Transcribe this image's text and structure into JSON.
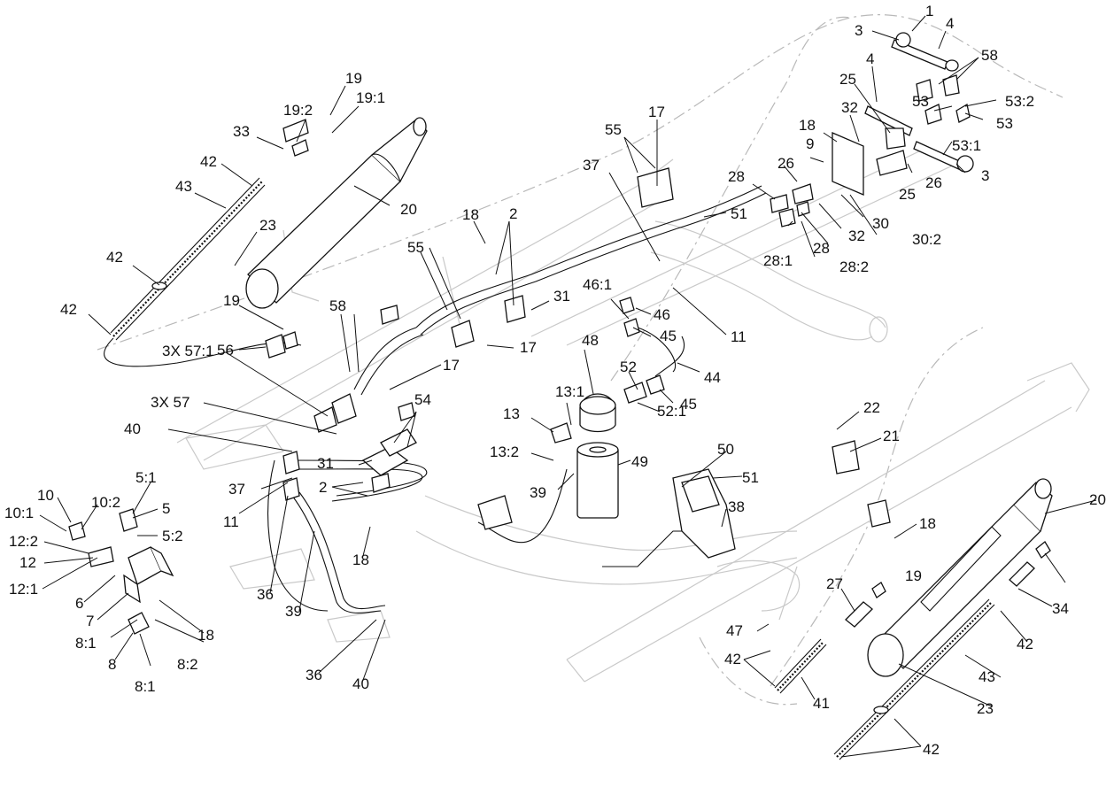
{
  "diagram": {
    "callouts": [
      {
        "text": "1"
      },
      {
        "text": "3"
      },
      {
        "text": "4"
      },
      {
        "text": "58"
      },
      {
        "text": "4"
      },
      {
        "text": "25"
      },
      {
        "text": "53"
      },
      {
        "text": "53:2"
      },
      {
        "text": "17"
      },
      {
        "text": "53"
      },
      {
        "text": "18"
      },
      {
        "text": "32"
      },
      {
        "text": "53:1"
      },
      {
        "text": "55"
      },
      {
        "text": "9"
      },
      {
        "text": "26"
      },
      {
        "text": "26"
      },
      {
        "text": "3"
      },
      {
        "text": "37"
      },
      {
        "text": "28"
      },
      {
        "text": "25"
      },
      {
        "text": "30"
      },
      {
        "text": "32"
      },
      {
        "text": "30:2"
      },
      {
        "text": "51"
      },
      {
        "text": "28"
      },
      {
        "text": "28:1"
      },
      {
        "text": "28:2"
      },
      {
        "text": "19"
      },
      {
        "text": "19:2"
      },
      {
        "text": "19:1"
      },
      {
        "text": "33"
      },
      {
        "text": "42"
      },
      {
        "text": "43"
      },
      {
        "text": "20"
      },
      {
        "text": "18"
      },
      {
        "text": "2"
      },
      {
        "text": "23"
      },
      {
        "text": "42"
      },
      {
        "text": "55"
      },
      {
        "text": "42"
      },
      {
        "text": "19"
      },
      {
        "text": "58"
      },
      {
        "text": "31"
      },
      {
        "text": "46:1"
      },
      {
        "text": "46"
      },
      {
        "text": "11"
      },
      {
        "text": "56"
      },
      {
        "text": "45"
      },
      {
        "text": "3X 57:1"
      },
      {
        "text": "17"
      },
      {
        "text": "48"
      },
      {
        "text": "17"
      },
      {
        "text": "44"
      },
      {
        "text": "52"
      },
      {
        "text": "54"
      },
      {
        "text": "45"
      },
      {
        "text": "3X 57"
      },
      {
        "text": "13:1"
      },
      {
        "text": "22"
      },
      {
        "text": "52:1"
      },
      {
        "text": "13"
      },
      {
        "text": "40"
      },
      {
        "text": "21"
      },
      {
        "text": "13:2"
      },
      {
        "text": "50"
      },
      {
        "text": "31"
      },
      {
        "text": "49"
      },
      {
        "text": "51"
      },
      {
        "text": "5:1"
      },
      {
        "text": "2"
      },
      {
        "text": "39"
      },
      {
        "text": "37"
      },
      {
        "text": "20"
      },
      {
        "text": "10"
      },
      {
        "text": "10:2"
      },
      {
        "text": "38"
      },
      {
        "text": "11"
      },
      {
        "text": "5"
      },
      {
        "text": "10:1"
      },
      {
        "text": "18"
      },
      {
        "text": "18"
      },
      {
        "text": "12:2"
      },
      {
        "text": "5:2"
      },
      {
        "text": "19"
      },
      {
        "text": "12"
      },
      {
        "text": "36"
      },
      {
        "text": "12:1"
      },
      {
        "text": "27"
      },
      {
        "text": "34"
      },
      {
        "text": "6"
      },
      {
        "text": "39"
      },
      {
        "text": "18"
      },
      {
        "text": "47"
      },
      {
        "text": "7"
      },
      {
        "text": "42"
      },
      {
        "text": "8:1"
      },
      {
        "text": "42"
      },
      {
        "text": "8"
      },
      {
        "text": "8:2"
      },
      {
        "text": "43"
      },
      {
        "text": "8:1"
      },
      {
        "text": "36"
      },
      {
        "text": "40"
      },
      {
        "text": "41"
      },
      {
        "text": "23"
      },
      {
        "text": "42"
      }
    ]
  }
}
